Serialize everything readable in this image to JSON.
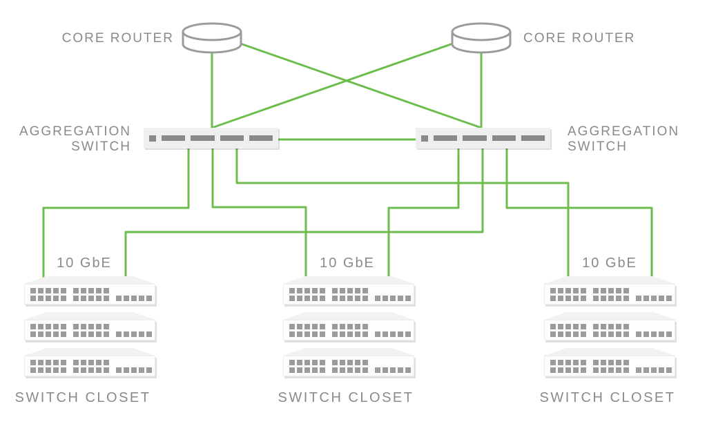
{
  "palette": {
    "link_green": "#6cbd4c",
    "device_outline_gray": "#9b9b9b",
    "label_text_gray": "#8a8a8a",
    "switch_fill": "#efefef",
    "switch_dash": "#898989",
    "rack_face": "#fdfdfd",
    "rack_top": "#f2f2f2",
    "port_gray": "#9b9b9b"
  },
  "nodes": {
    "core_router_left": {
      "label": "CORE ROUTER"
    },
    "core_router_right": {
      "label": "CORE ROUTER"
    },
    "agg_switch_left": {
      "label_line1": "AGGREGATION",
      "label_line2": "SWITCH"
    },
    "agg_switch_right": {
      "label_line1": "AGGREGATION",
      "label_line2": "SWITCH"
    },
    "closet_left": {
      "uplink_label": "10 GbE",
      "label": "SWITCH CLOSET"
    },
    "closet_middle": {
      "uplink_label": "10 GbE",
      "label": "SWITCH CLOSET"
    },
    "closet_right": {
      "uplink_label": "10 GbE",
      "label": "SWITCH CLOSET"
    }
  }
}
